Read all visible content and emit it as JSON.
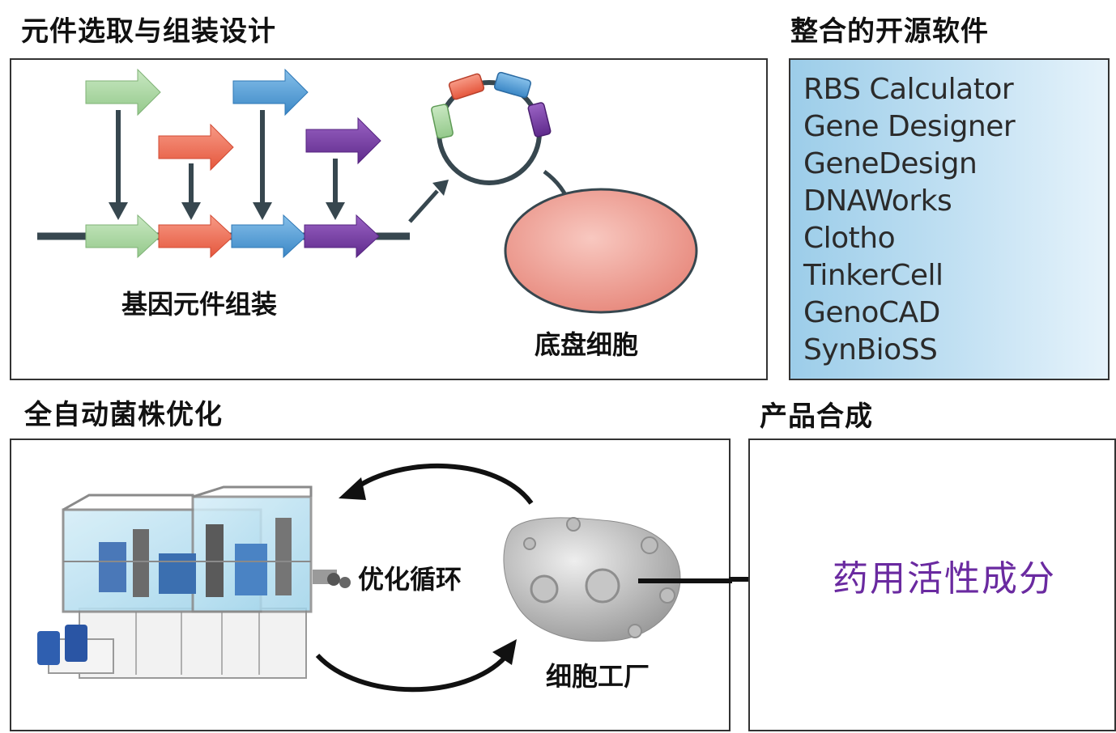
{
  "titles": {
    "design": "元件选取与组装设计",
    "software": "整合的开源软件",
    "automation": "全自动菌株优化",
    "product": "产品合成"
  },
  "design_panel": {
    "assembly_caption": "基因元件组装",
    "chassis_caption": "底盘细胞"
  },
  "software_panel": {
    "items": [
      "RBS Calculator",
      "Gene Designer",
      "GeneDesign",
      "DNAWorks",
      "Clotho",
      "TinkerCell",
      "GenoCAD",
      "SynBioSS"
    ]
  },
  "automation_panel": {
    "cycle_caption": "优化循环",
    "factory_caption": "细胞工厂"
  },
  "product_panel": {
    "text": "药用活性成分"
  },
  "colors": {
    "green_part": "#a8d5a0",
    "red_part": "#f0705a",
    "blue_part": "#5aa3dc",
    "purple_part": "#7a3fa8",
    "dna_line": "#37474f",
    "cell_fill": "#f2a49a",
    "product_text": "#6a2aa0"
  }
}
